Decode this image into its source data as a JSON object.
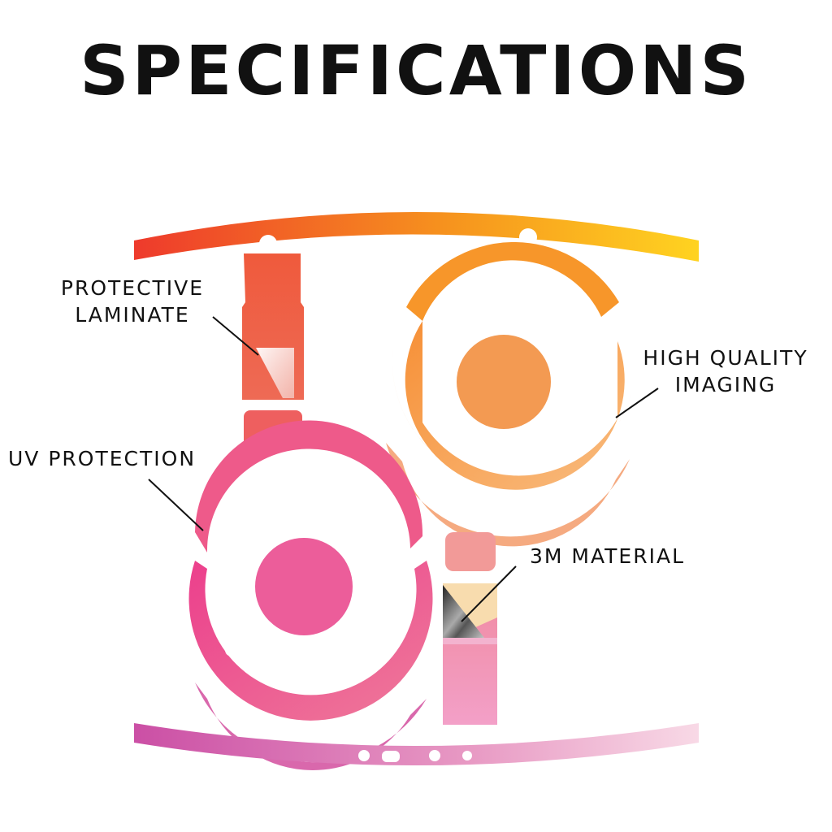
{
  "title": "SPECIFICATIONS",
  "labels": {
    "protective_laminate_line1": "PROTECTIVE",
    "protective_laminate_line2": "LAMINATE",
    "high_quality_line1": "HIGH QUALITY",
    "high_quality_line2": "IMAGING",
    "uv_protection": "UV PROTECTION",
    "material": "3M MATERIAL"
  },
  "colors": {
    "gradient_red": "#ee3a2c",
    "gradient_orange": "#f6921e",
    "gradient_yellow": "#ffd320",
    "gradient_pink": "#ec3f95",
    "gradient_light_pink": "#f8d9e6"
  }
}
